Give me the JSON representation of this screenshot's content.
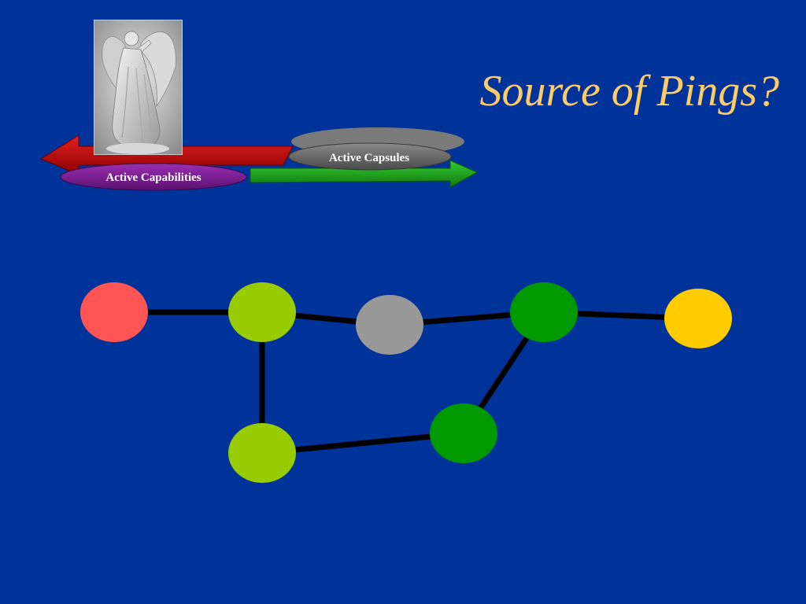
{
  "slide": {
    "title": "Source of Pings?",
    "background_color": "#003399",
    "title_color": "#FFCC66"
  },
  "banner": {
    "image_icon": "angel-statue-icon",
    "capabilities_label": "Active Capabilities",
    "capsules_label": "Active Capsules",
    "left_arrow_color": "#CC0000",
    "right_arrow_color": "#22AA22",
    "capabilities_pill_color": "#7A1E8C",
    "capsules_pill_color": "#6B6B6B"
  },
  "network": {
    "nodes": [
      {
        "id": "n1",
        "color": "#FF5555"
      },
      {
        "id": "n2",
        "color": "#99CC00"
      },
      {
        "id": "n3",
        "color": "#999999"
      },
      {
        "id": "n4",
        "color": "#009900"
      },
      {
        "id": "n5",
        "color": "#FFCC00"
      },
      {
        "id": "n6",
        "color": "#99CC00"
      },
      {
        "id": "n7",
        "color": "#009900"
      }
    ],
    "edges": [
      [
        "n1",
        "n2"
      ],
      [
        "n2",
        "n3"
      ],
      [
        "n3",
        "n4"
      ],
      [
        "n4",
        "n5"
      ],
      [
        "n2",
        "n6"
      ],
      [
        "n6",
        "n7"
      ],
      [
        "n7",
        "n4"
      ]
    ],
    "edge_color": "#000000"
  }
}
